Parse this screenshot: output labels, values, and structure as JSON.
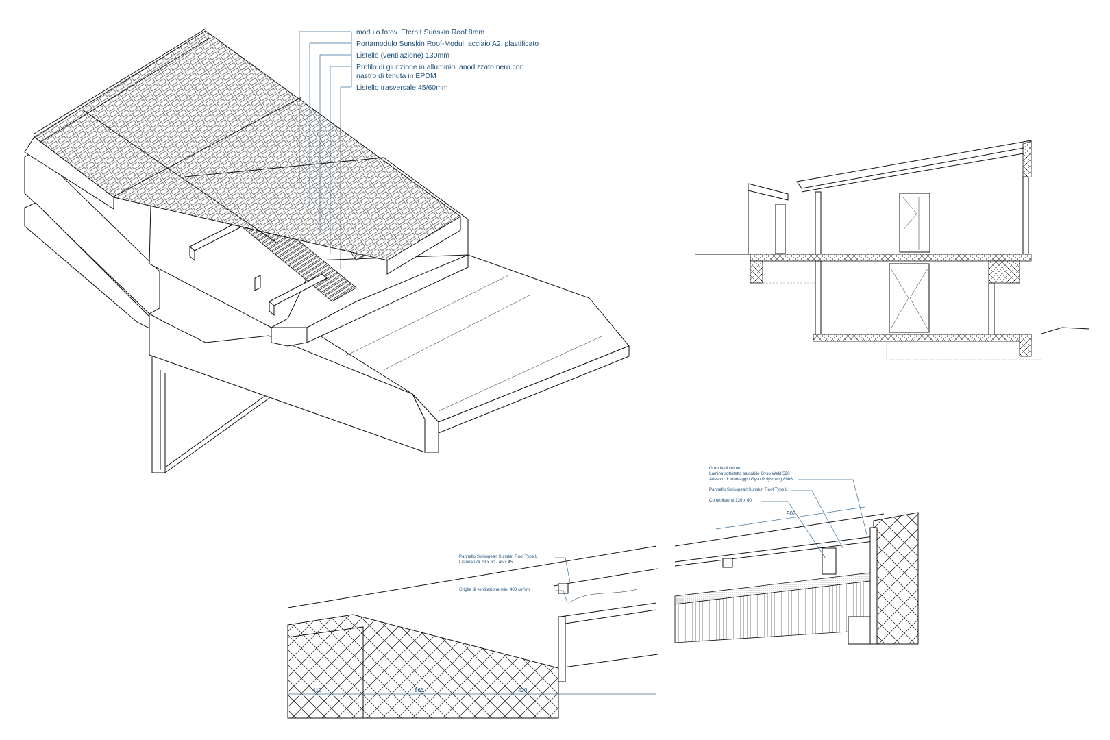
{
  "axonometric": {
    "labels": [
      "modulo fotov. Eternit Sunskin Roof 8mm",
      "Portamodulo Sunskin Roof-Modul, acciaio A2, plastificato",
      "Listello (ventilazione) 130mm",
      "Profilo di giunzione in alluminio, anodizzato nero con",
      "nastro di tenuta in EPDM",
      "Listello trasversale 45/60mm"
    ]
  },
  "eave_detail": {
    "labels": [
      "Pannello Swisspearl Sunskin Roof Type L",
      "Listonatura 28 x 60 / 45 x 45",
      "Griglia di ventilazione min. 400 cm²/m"
    ],
    "dimensions": [
      "410",
      "865",
      "420"
    ]
  },
  "ridge_detail": {
    "labels": [
      "Gronda di colmo",
      "Lamina sottotetto saldabile Gyso Weld 520",
      "Adesivo di montaggio Gyso Polystrong 8966",
      "Pannello Swisspearl Sunskin Roof Type L",
      "Controlistone 120 x 60"
    ],
    "dimensions": [
      "907"
    ]
  },
  "colors": {
    "annotation": "#1f4f7a",
    "line": "#111111",
    "leader": "#3a6f99"
  }
}
